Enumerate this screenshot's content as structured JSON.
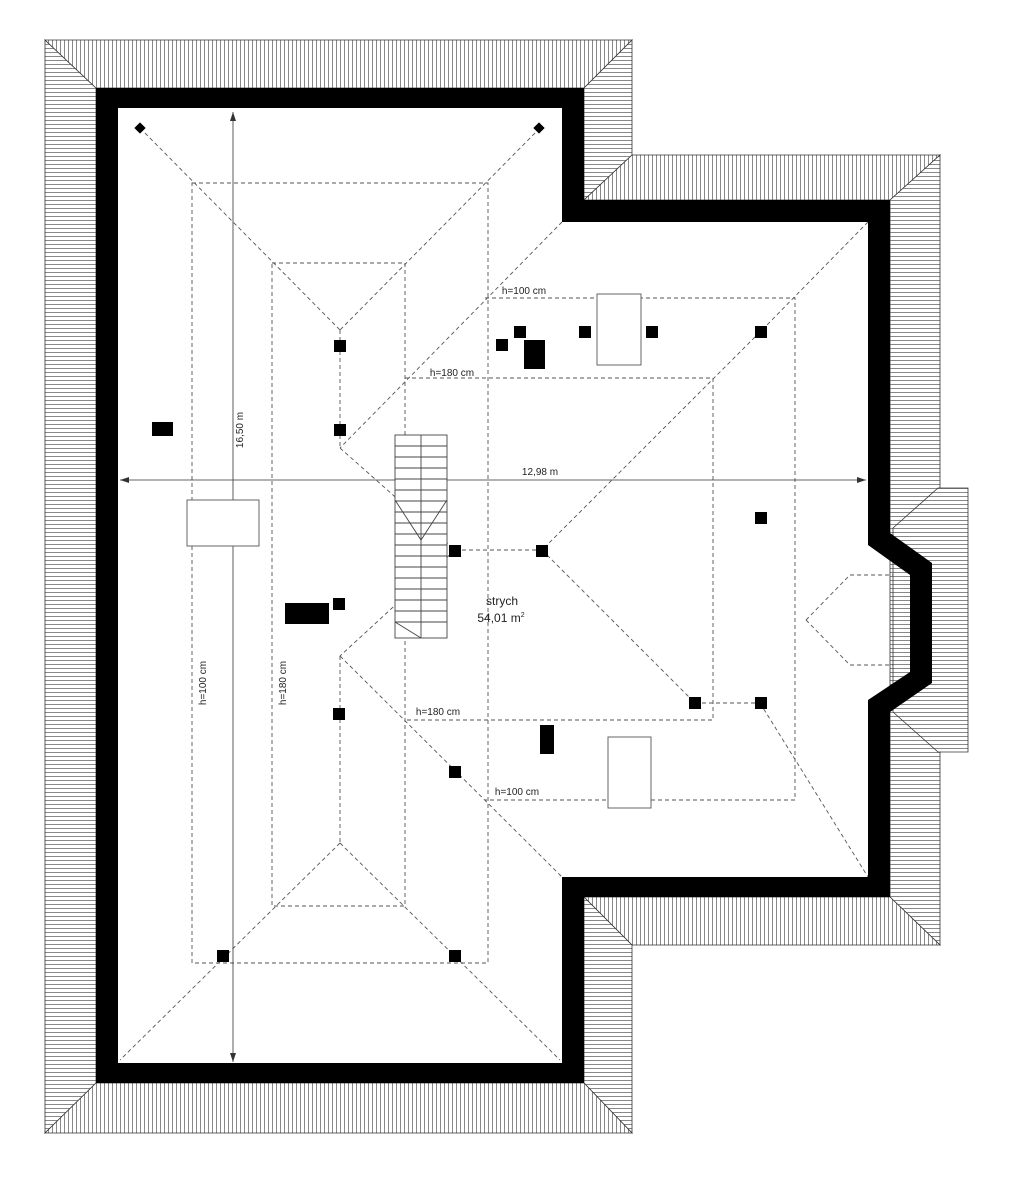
{
  "plan": {
    "room_name": "strych",
    "room_area": "54,01 m",
    "room_area_sup": "2",
    "dim_width": "12,98 m",
    "dim_height": "16,50 m",
    "h100_top": "h=100 cm",
    "h180_top": "h=180 cm",
    "h180_bottom": "h=180 cm",
    "h100_bottom": "h=100 cm",
    "h100_vertical": "h=100 cm",
    "h180_vertical": "h=180 cm"
  }
}
